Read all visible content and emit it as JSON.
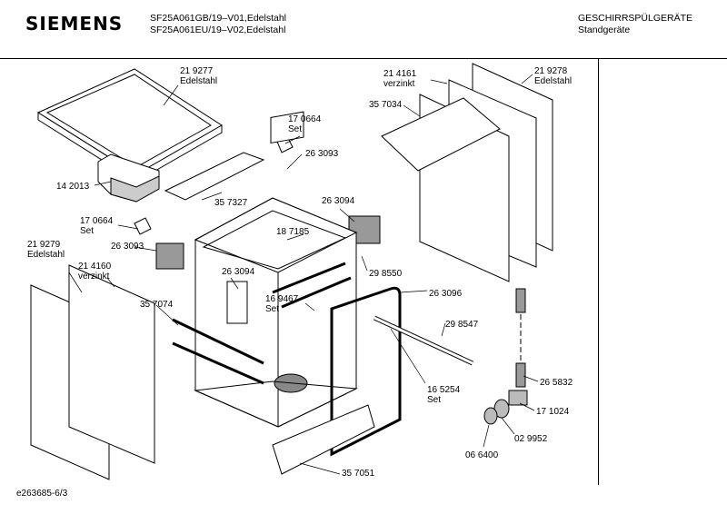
{
  "header": {
    "brand": "SIEMENS",
    "model_line1": "SF25A061GB/19–V01,Edelstahl",
    "model_line2": "SF25A061EU/19–V02,Edelstahl",
    "category_line1": "GESCHIRRSPÜLGERÄTE",
    "category_line2": "Standgeräte"
  },
  "parts": [
    {
      "num": "21 9277",
      "note": "Edelstahl"
    },
    {
      "num": "14 2013"
    },
    {
      "num": "17 0664",
      "note": "Set"
    },
    {
      "num": "26 3093"
    },
    {
      "num": "35 7327"
    },
    {
      "num": "17 0664",
      "note": "Set"
    },
    {
      "num": "26 3093"
    },
    {
      "num": "21 9279",
      "note": "Edelstahl"
    },
    {
      "num": "21 4160",
      "note": "verzinkt"
    },
    {
      "num": "35 7074"
    },
    {
      "num": "26 3094"
    },
    {
      "num": "18 7185"
    },
    {
      "num": "26 3094"
    },
    {
      "num": "29 8550"
    },
    {
      "num": "16 9467",
      "note": "Set"
    },
    {
      "num": "26 3096"
    },
    {
      "num": "29 8547"
    },
    {
      "num": "16 5254",
      "note": "Set"
    },
    {
      "num": "35 7051"
    },
    {
      "num": "21 4161",
      "note": "verzinkt"
    },
    {
      "num": "35 7034"
    },
    {
      "num": "21 9278",
      "note": "Edelstahl"
    },
    {
      "num": "26 5832"
    },
    {
      "num": "17 1024"
    },
    {
      "num": "02 9952"
    },
    {
      "num": "06 6400"
    }
  ],
  "footer": {
    "code": "e263685-6/3"
  }
}
